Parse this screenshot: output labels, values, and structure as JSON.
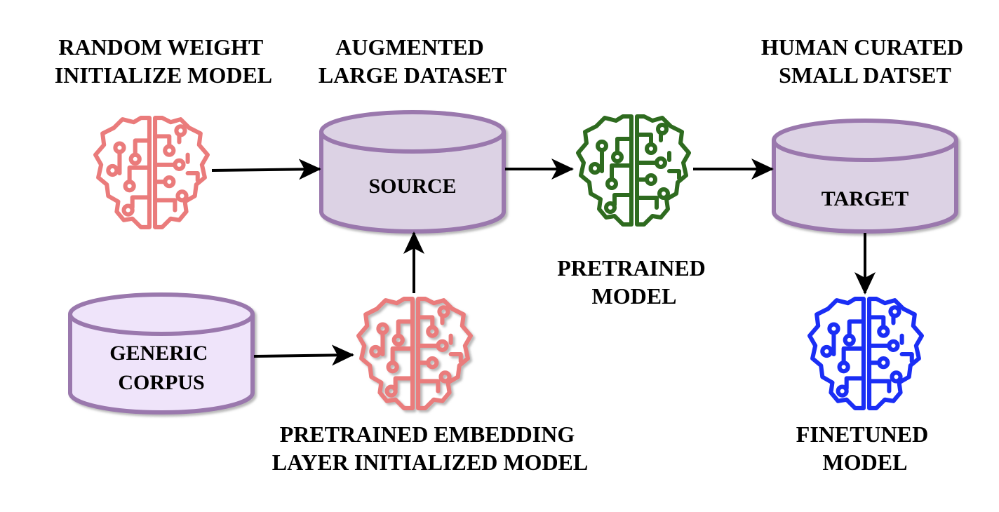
{
  "labels": {
    "random_model": [
      "RANDOM WEIGHT",
      "INITIALIZE MODEL"
    ],
    "augmented": [
      "AUGMENTED",
      "LARGE DATASET"
    ],
    "human_curated": [
      "HUMAN CURATED",
      "SMALL DATSET"
    ],
    "pretrained_model": [
      "PRETRAINED",
      "MODEL"
    ],
    "embedding_model": [
      "PRETRAINED EMBEDDING",
      "LAYER INITIALIZED MODEL"
    ],
    "finetuned_model": [
      "FINETUNED",
      "MODEL"
    ]
  },
  "cylinders": {
    "source": "SOURCE",
    "target": "TARGET",
    "generic": [
      "GENERIC",
      "CORPUS"
    ]
  },
  "colors": {
    "salmon_brain": "#ea7b7b",
    "green_brain": "#2e6b1f",
    "blue_brain": "#1a2ef5",
    "cylinder_fill": "#dcd2e4",
    "cylinder_stroke": "#9a78ad",
    "generic_fill": "#efe4fa"
  },
  "icons": {
    "brain": "brain-circuit-icon"
  }
}
